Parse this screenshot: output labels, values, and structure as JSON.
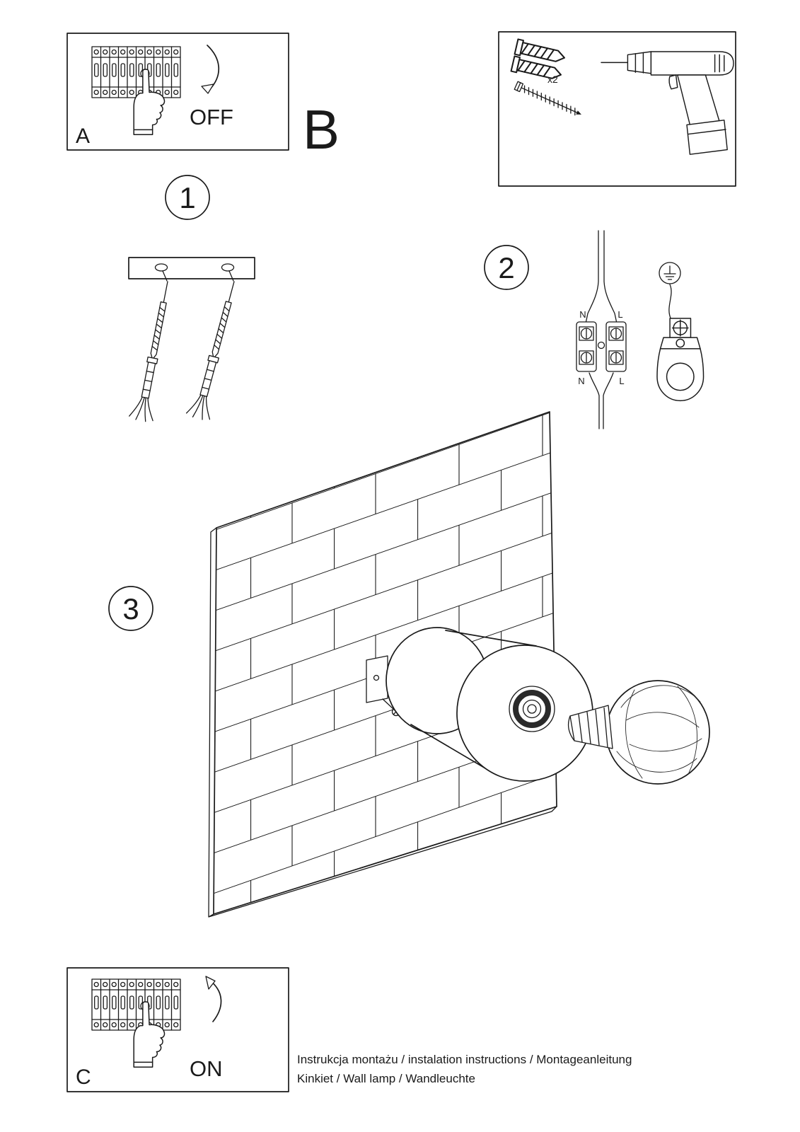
{
  "page": {
    "background": "#ffffff",
    "line_color": "#1a1a1a"
  },
  "panel_a": {
    "label": "A",
    "state": "OFF"
  },
  "panel_b": {
    "label": "B"
  },
  "parts_box": {
    "plug_count": "x2"
  },
  "steps": {
    "step1": "1",
    "step2": "2",
    "step3": "3"
  },
  "wiring": {
    "n_top": "N",
    "l_top": "L",
    "n_bottom": "N",
    "l_bottom": "L"
  },
  "panel_c": {
    "label": "C",
    "state": "ON"
  },
  "footer": {
    "line1": "Instrukcja montażu / instalation instructions / Montageanleitung",
    "line2": "Kinkiet / Wall lamp / Wandleuchte"
  }
}
